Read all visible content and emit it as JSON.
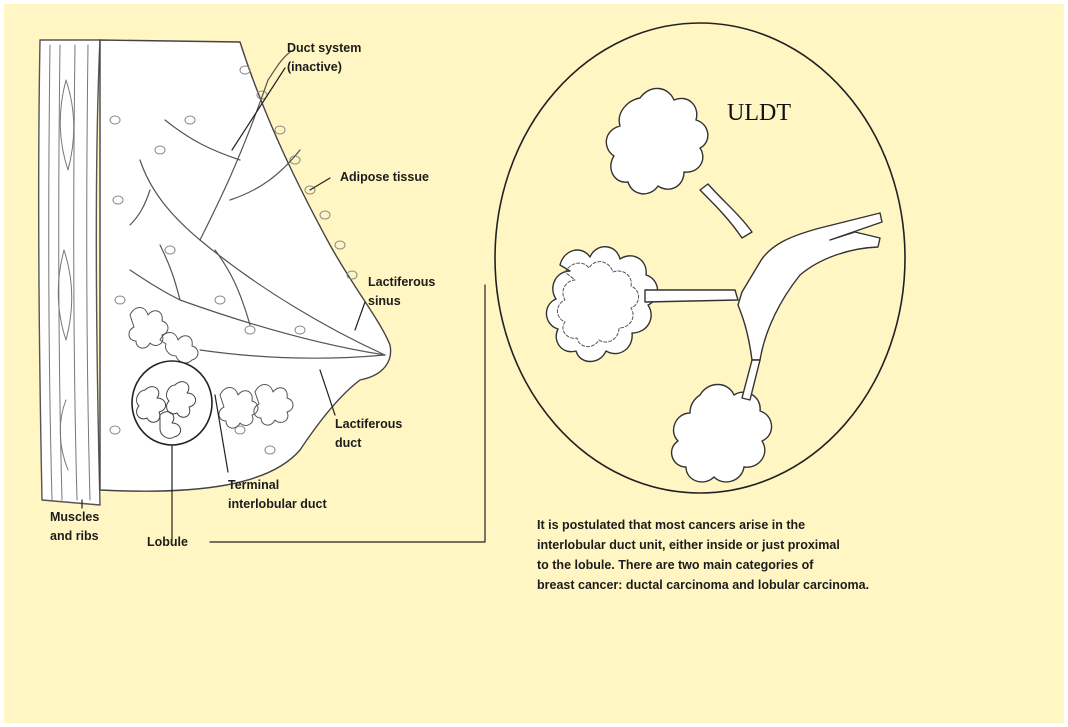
{
  "labels": {
    "duct_system": "Duct system\n(inactive)",
    "adipose": "Adipose tissue",
    "lactiferous_sinus": "Lactiferous\nsinus",
    "lactiferous_duct": "Lactiferous\nduct",
    "terminal_duct": "Terminal\ninterlobular duct",
    "muscles": "Muscles\nand ribs",
    "lobule": "Lobule",
    "uldt": "ULDT"
  },
  "caption": {
    "lines": [
      "It is postulated that most cancers arise in the",
      "interlobular duct unit, either inside or just proximal",
      "to the lobule.  There are two main categories of",
      "breast cancer: ductal carcinoma and lobular carcinoma."
    ]
  },
  "colors": {
    "background": "#fff6c3",
    "ink": "#1c1c1c",
    "tissue": "#ffffff"
  }
}
